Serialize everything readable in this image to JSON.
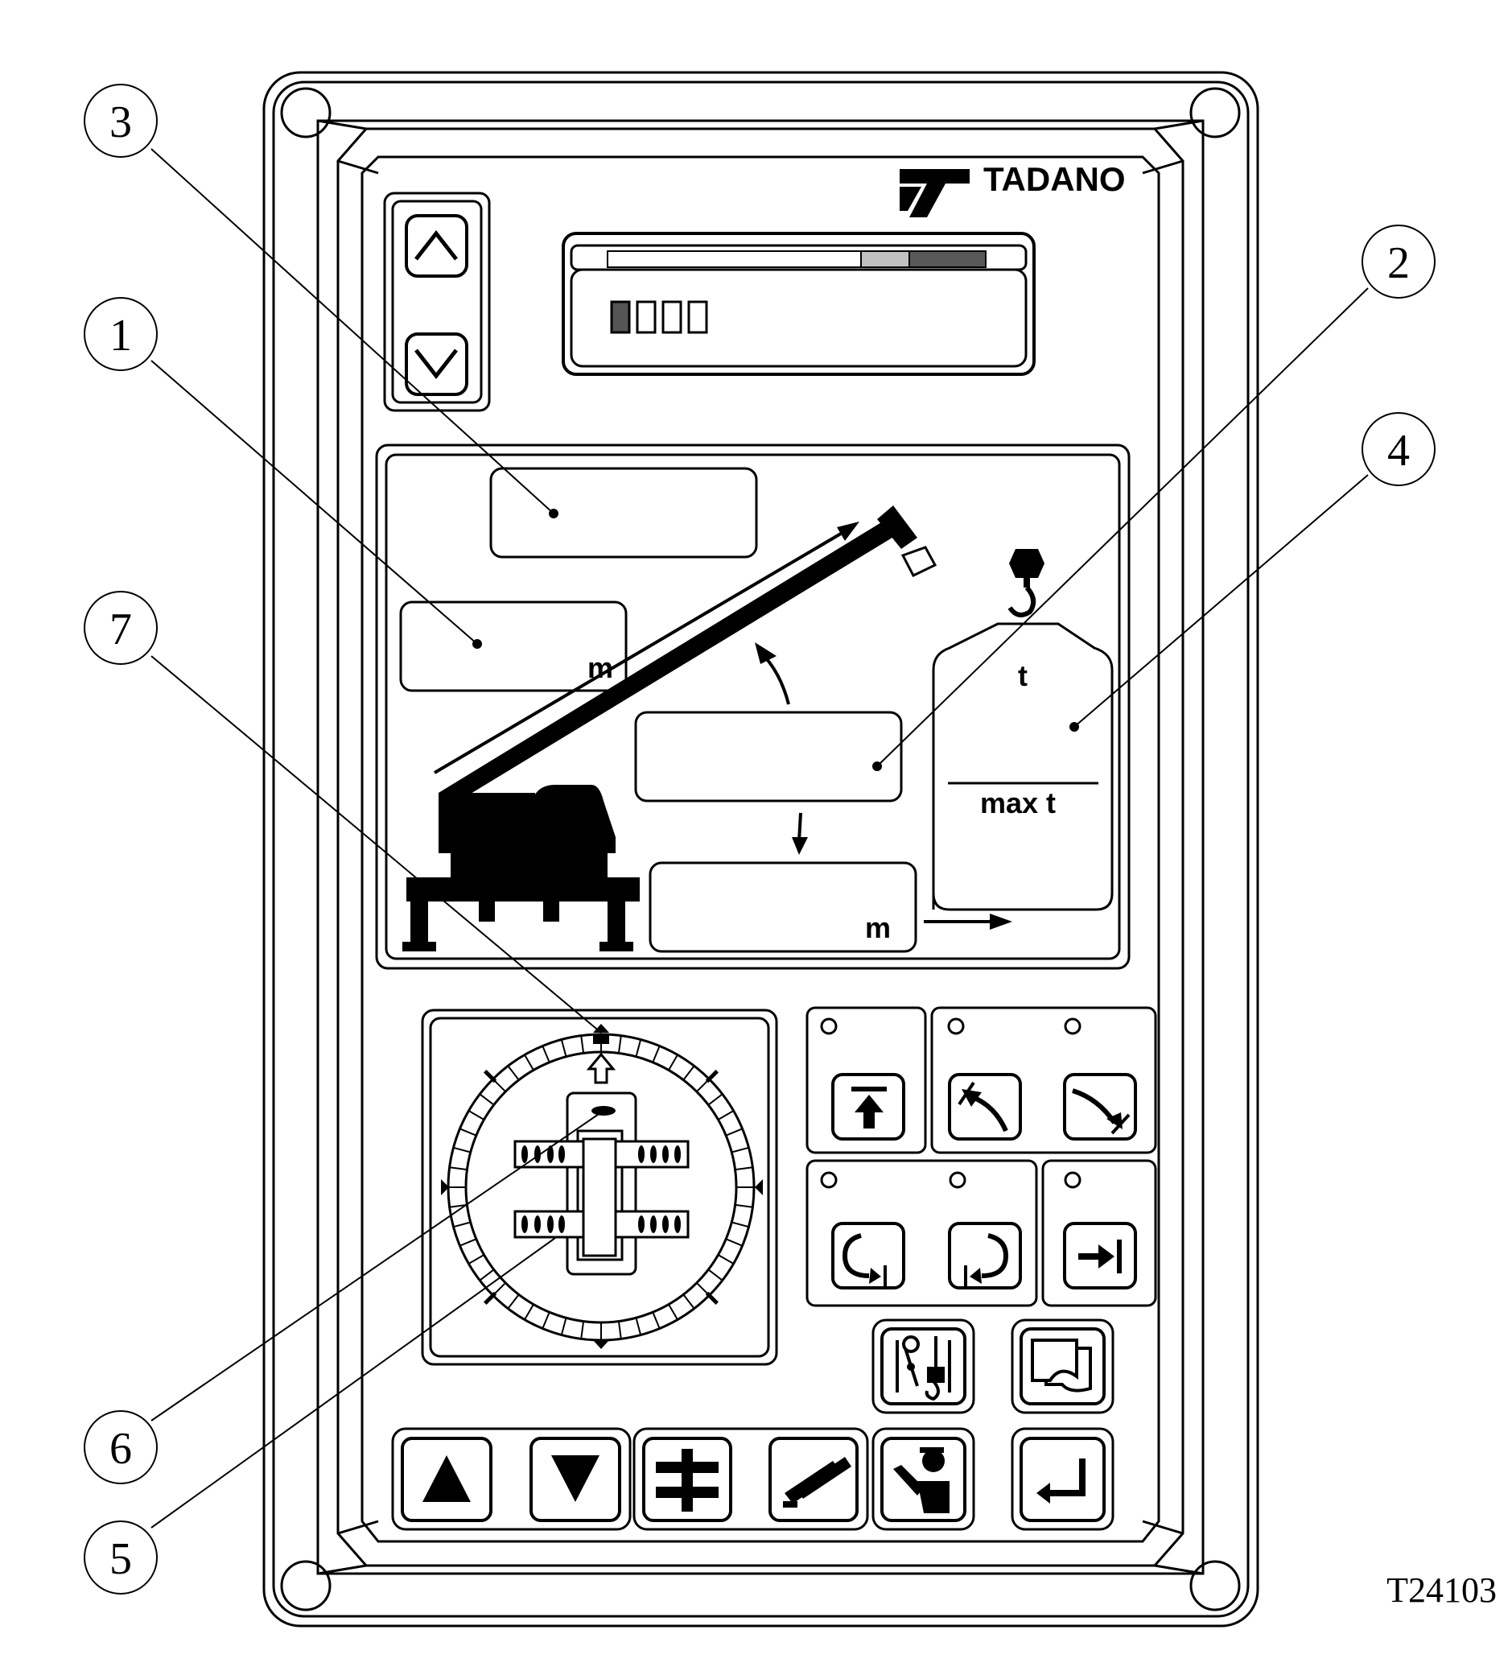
{
  "brand": {
    "name": "TADANO",
    "logo": "tadano-logo-icon"
  },
  "figure_ref": "T24103",
  "display": {
    "segment_readout": "▮▯▯▯",
    "radius_unit": "m",
    "height_unit": "m",
    "load_unit": "t",
    "max_load_unit": "max t"
  },
  "callouts": [
    "1",
    "2",
    "3",
    "4",
    "5",
    "6",
    "7"
  ],
  "buttons": {
    "scroll_up": "chevron-up-icon",
    "scroll_down": "chevron-down-icon",
    "boom_extend_limit": "extend-limit-icon",
    "boom_raise": "boom-raise-icon",
    "boom_lower": "boom-lower-icon",
    "swing_left": "swing-left-icon",
    "swing_right": "swing-right-icon",
    "radius_limit": "radius-limit-icon",
    "hoist_select": "hoist-select-icon",
    "page": "page-icon",
    "up": "triangle-up-icon",
    "down": "triangle-down-icon",
    "outrigger": "outrigger-icon",
    "jib": "jib-icon",
    "operator": "operator-icon",
    "enter": "enter-icon"
  }
}
